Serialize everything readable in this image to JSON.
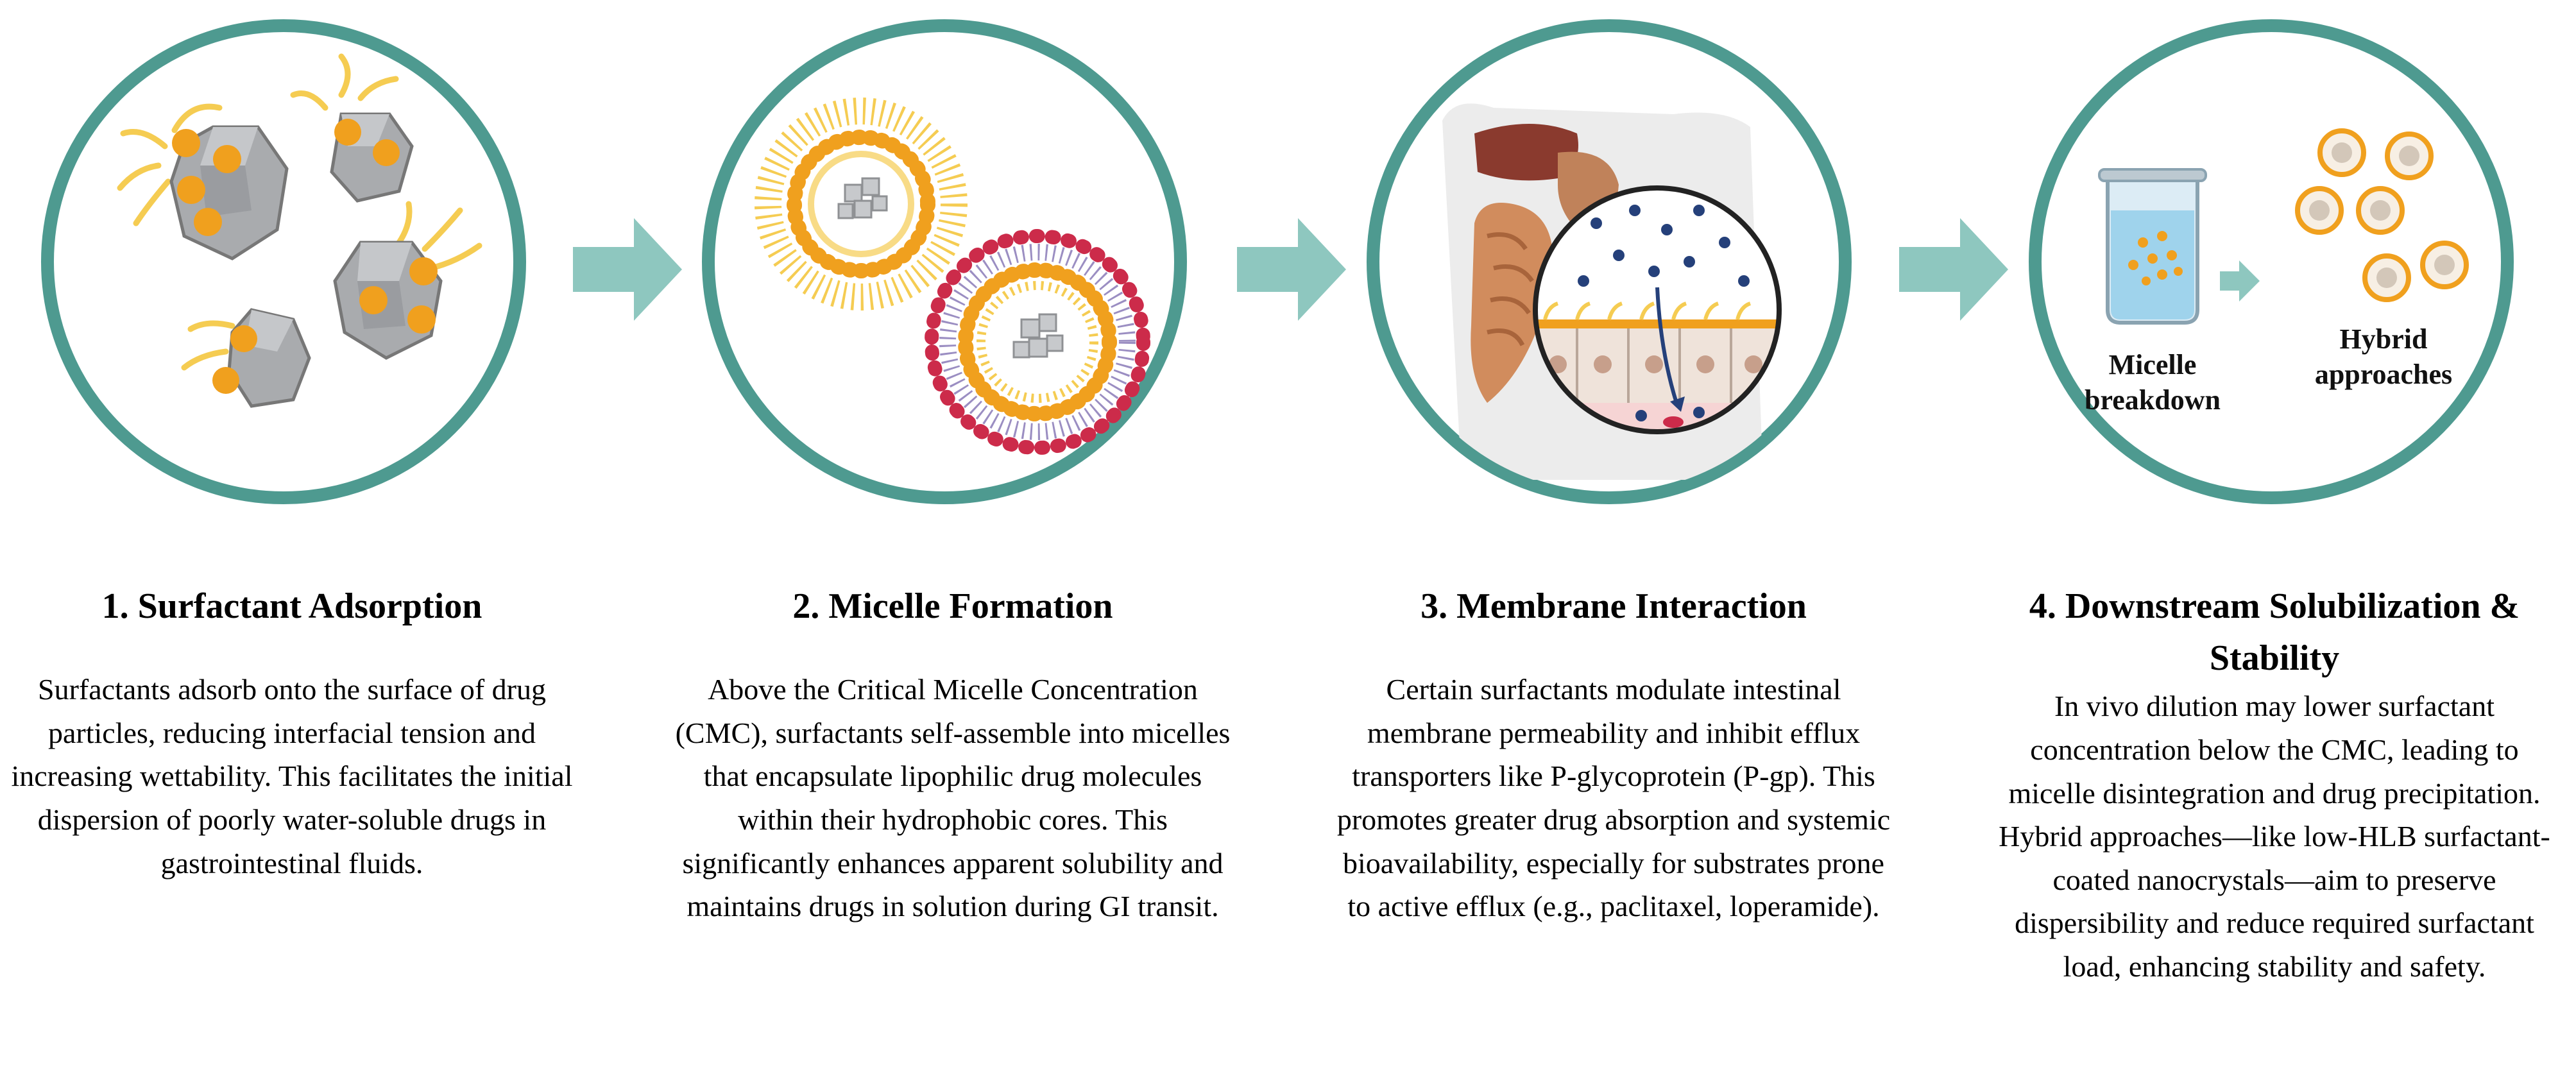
{
  "steps": [
    {
      "title": "1. Surfactant Adsorption",
      "body": "Surfactants adsorb onto the surface of drug particles, reducing interfacial tension and increasing wettability. This facilitates the initial dispersion of poorly water-soluble drugs in gastrointestinal fluids."
    },
    {
      "title": "2. Micelle Formation",
      "body": "Above the Critical Micelle Concentration (CMC), surfactants self-assemble into micelles that encapsulate lipophilic drug molecules within their hydrophobic cores. This significantly enhances apparent solubility and maintains drugs in solution during GI transit."
    },
    {
      "title": "3. Membrane Interaction",
      "body": "Certain surfactants modulate intestinal membrane permeability and inhibit efflux transporters like P-glycoprotein (P-gp). This promotes greater drug absorption and systemic bioavailability, especially for substrates prone to active efflux (e.g., paclitaxel, loperamide)."
    },
    {
      "title": "4. Downstream Solubilization & Stability",
      "body": "In vivo dilution may lower surfactant concentration below the CMC, leading to micelle disintegration and drug precipitation. Hybrid approaches—like low-HLB surfactant-coated nanocrystals—aim to preserve dispersibility and reduce required surfactant load, enhancing stability and safety."
    }
  ],
  "circle4_labels": {
    "left_line1": "Micelle",
    "left_line2": "breakdown",
    "right_line1": "Hybrid",
    "right_line2": "approaches"
  },
  "colors": {
    "ring": "#4e9a90",
    "arrow": "#8ec7bf",
    "surfactant_head": "#f0a01e",
    "surfactant_tail": "#f5cc52",
    "drug_particle": "#a9abae",
    "hydrophilic_dot": "#cc2b4a",
    "drug_molecule": "#25407a"
  },
  "icons": [
    "arrow-right-icon",
    "beaker-icon"
  ]
}
